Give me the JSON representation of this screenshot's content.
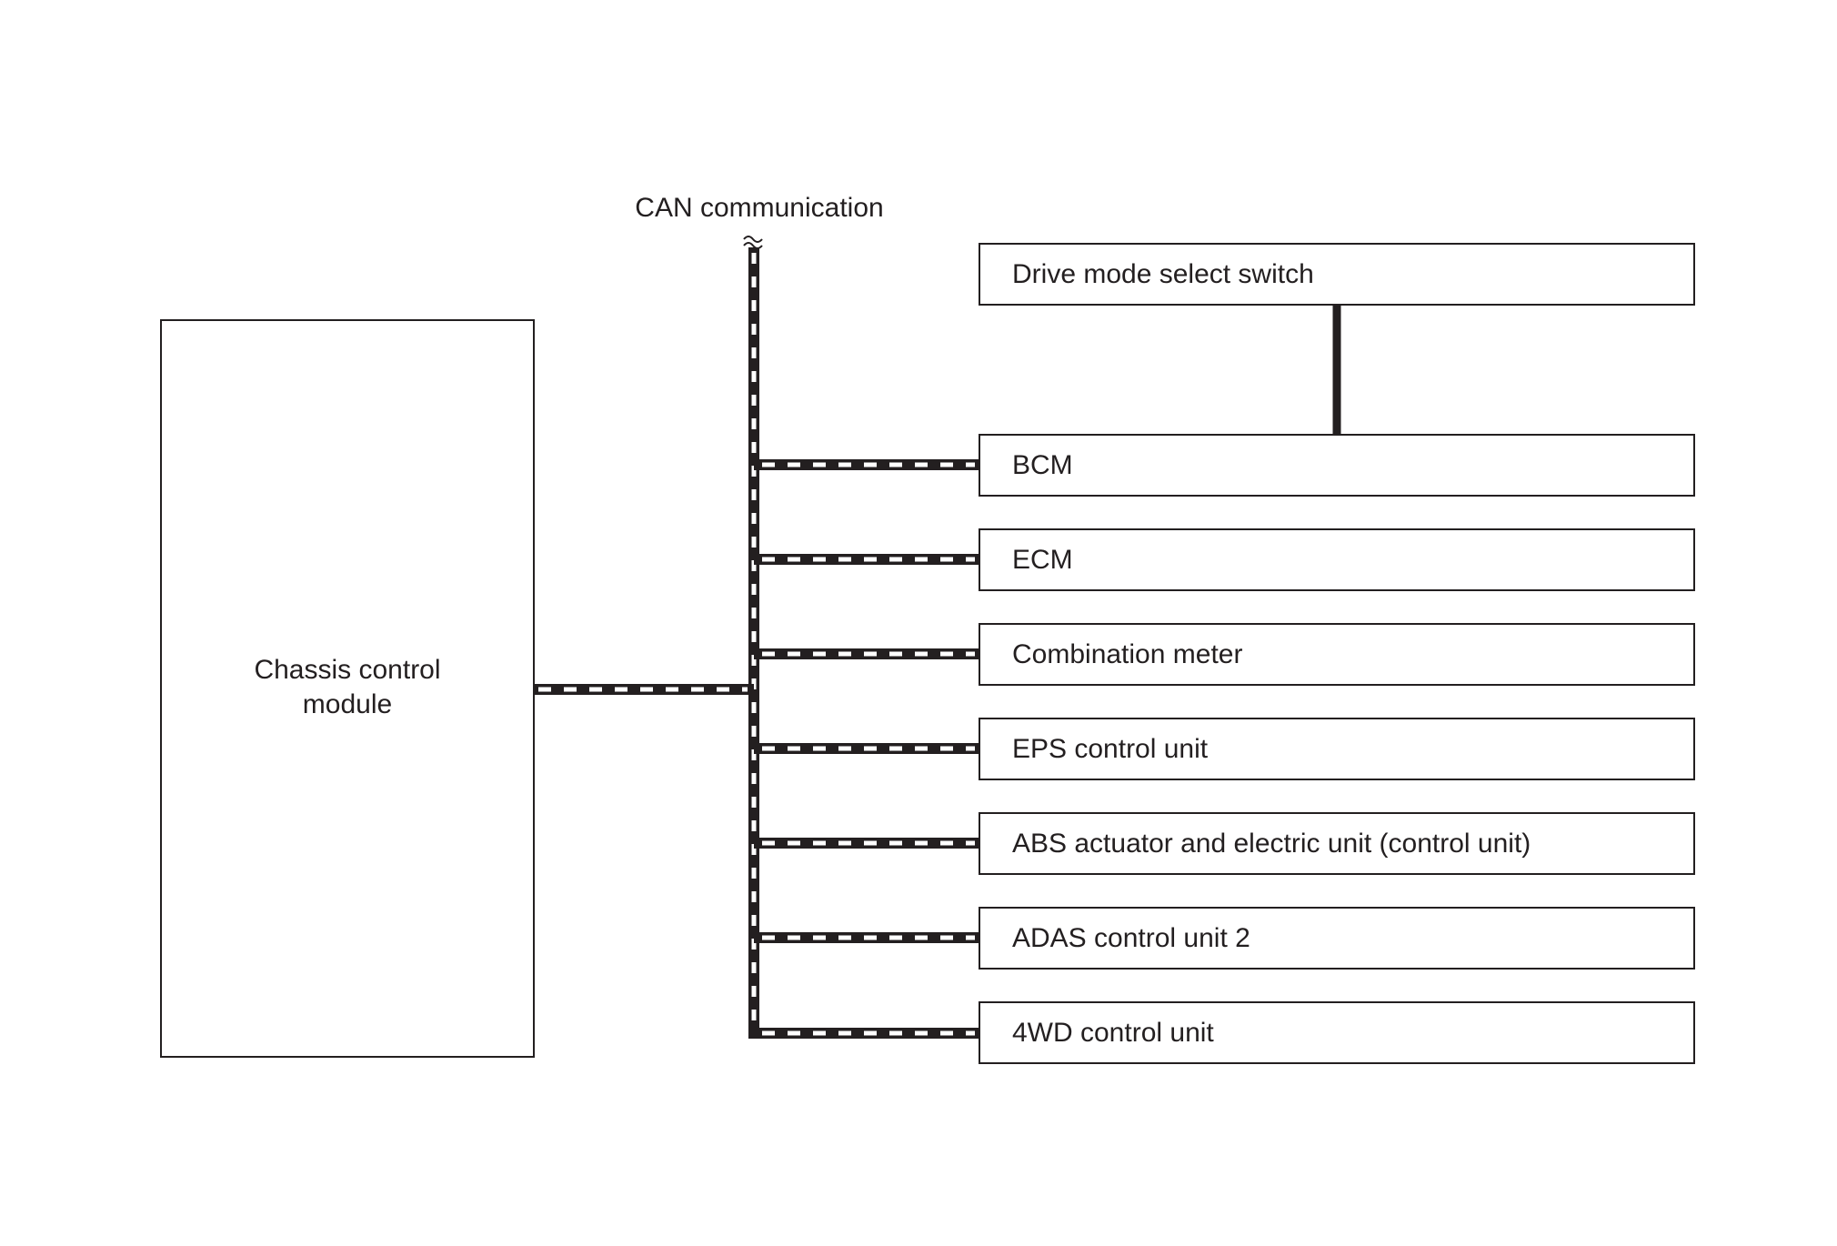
{
  "diagram": {
    "can_label": "CAN communication",
    "ccm": {
      "line1": "Chassis control",
      "line2": "module"
    },
    "switch_label": "Drive mode select switch",
    "units": [
      "BCM",
      "ECM",
      "Combination meter",
      "EPS control unit",
      "ABS actuator and electric unit (control unit)",
      "ADAS control unit 2",
      "4WD control unit"
    ]
  }
}
